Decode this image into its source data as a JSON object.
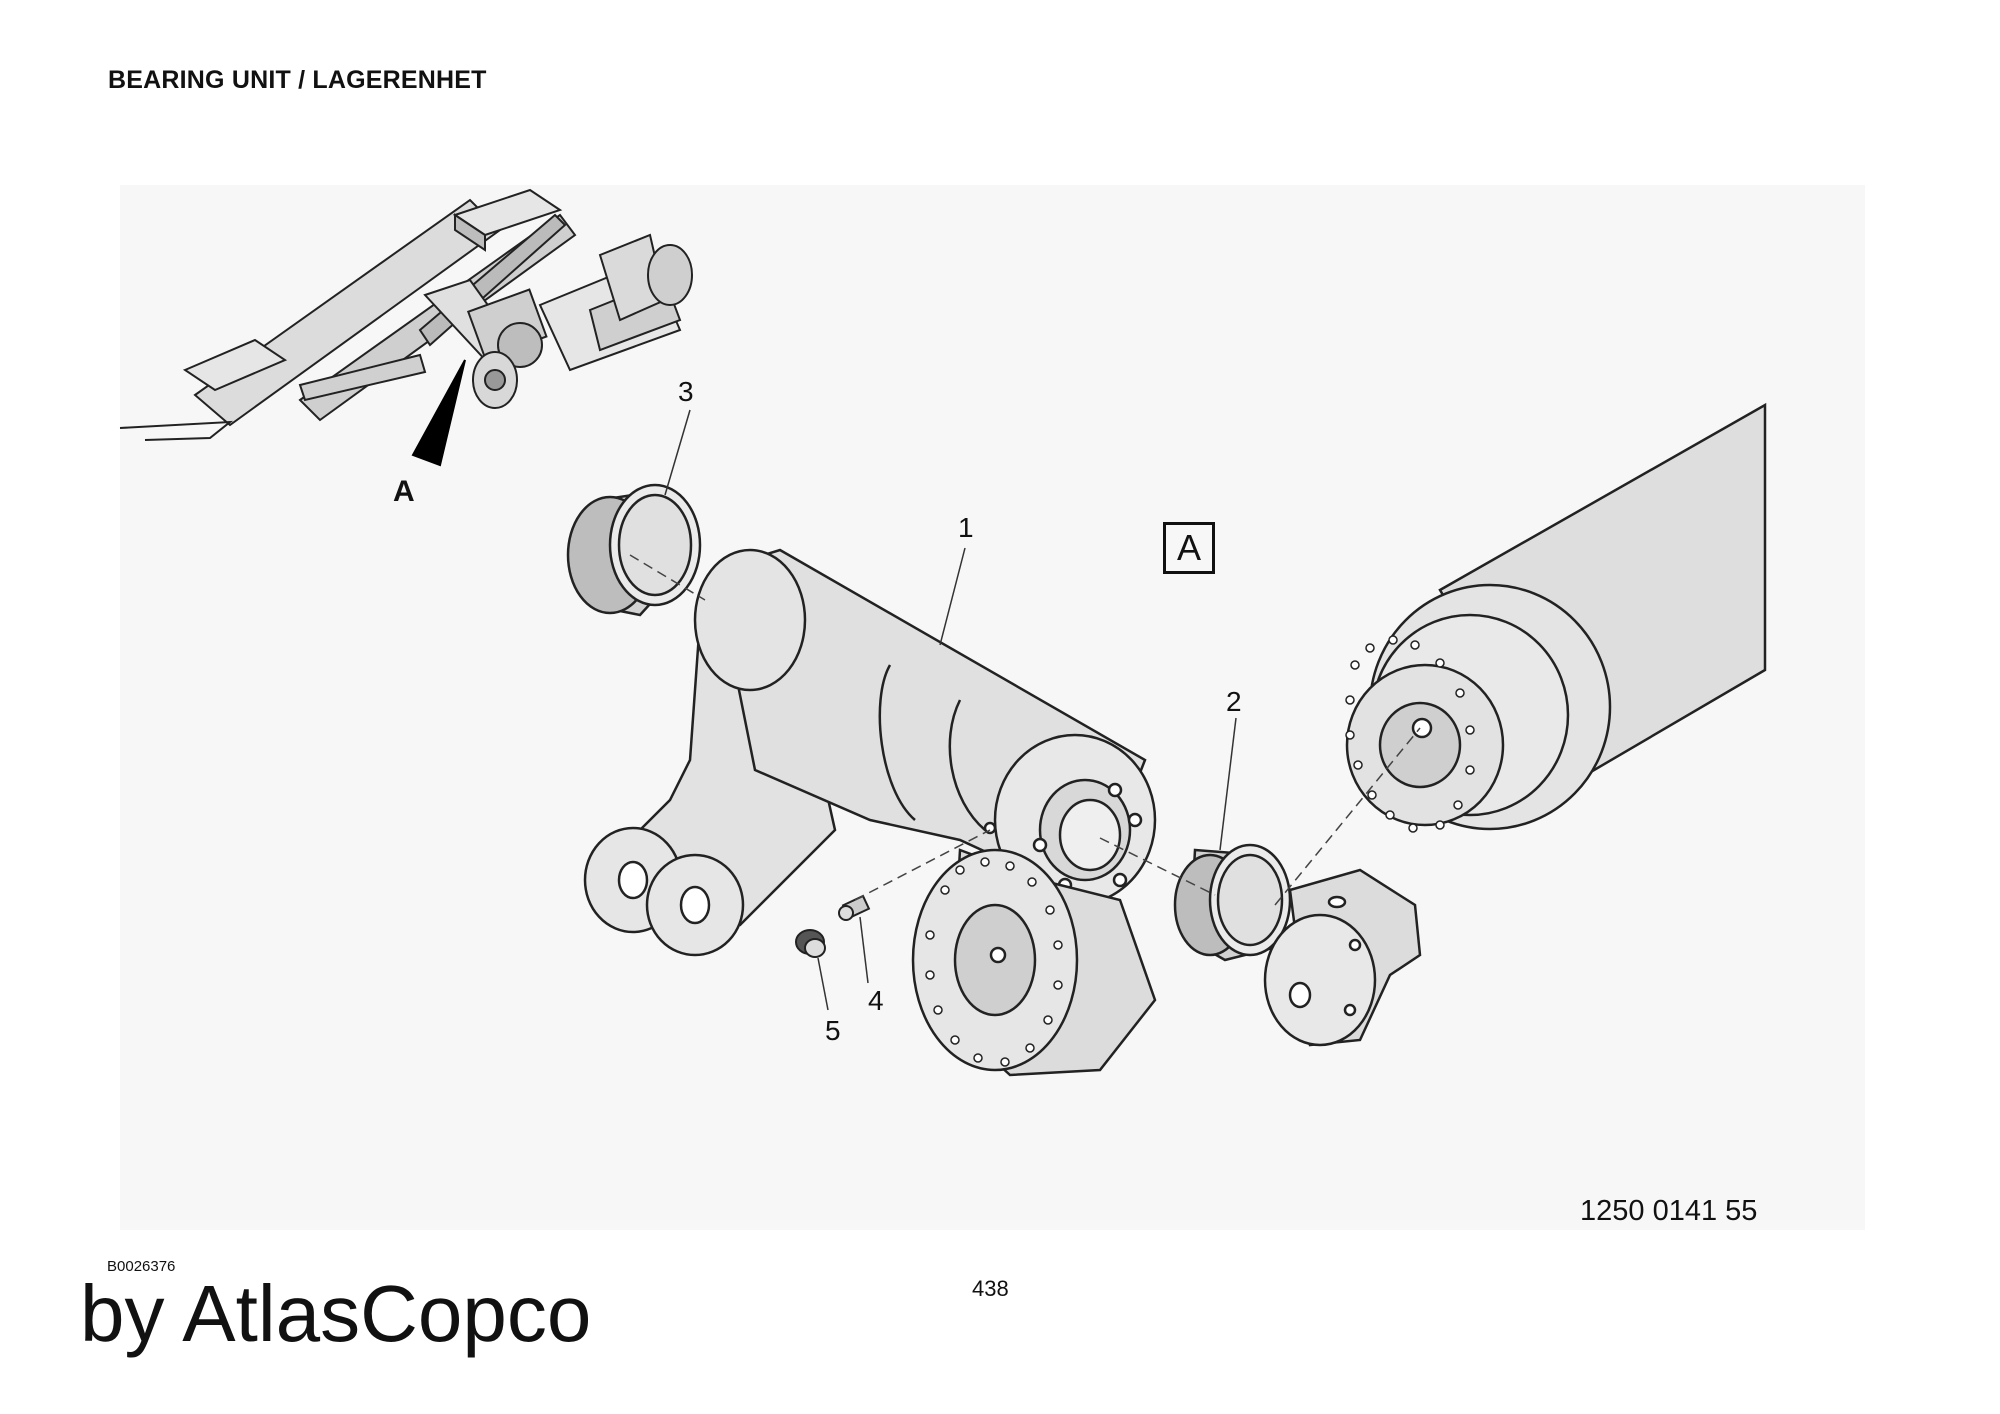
{
  "header": {
    "title": "BEARING UNIT / LAGERENHET"
  },
  "overview": {
    "view_letter": "A"
  },
  "detail": {
    "section_ref": "A"
  },
  "callouts": [
    "1",
    "2",
    "3",
    "4",
    "5"
  ],
  "footer": {
    "part_number": "1250 0141 55",
    "doc_code": "B0026376",
    "page_number": "438",
    "brand": "by AtlasCopco"
  },
  "colors": {
    "part_fill": "#dedede",
    "outline": "#222222",
    "background_panel": "#f7f7f7"
  }
}
